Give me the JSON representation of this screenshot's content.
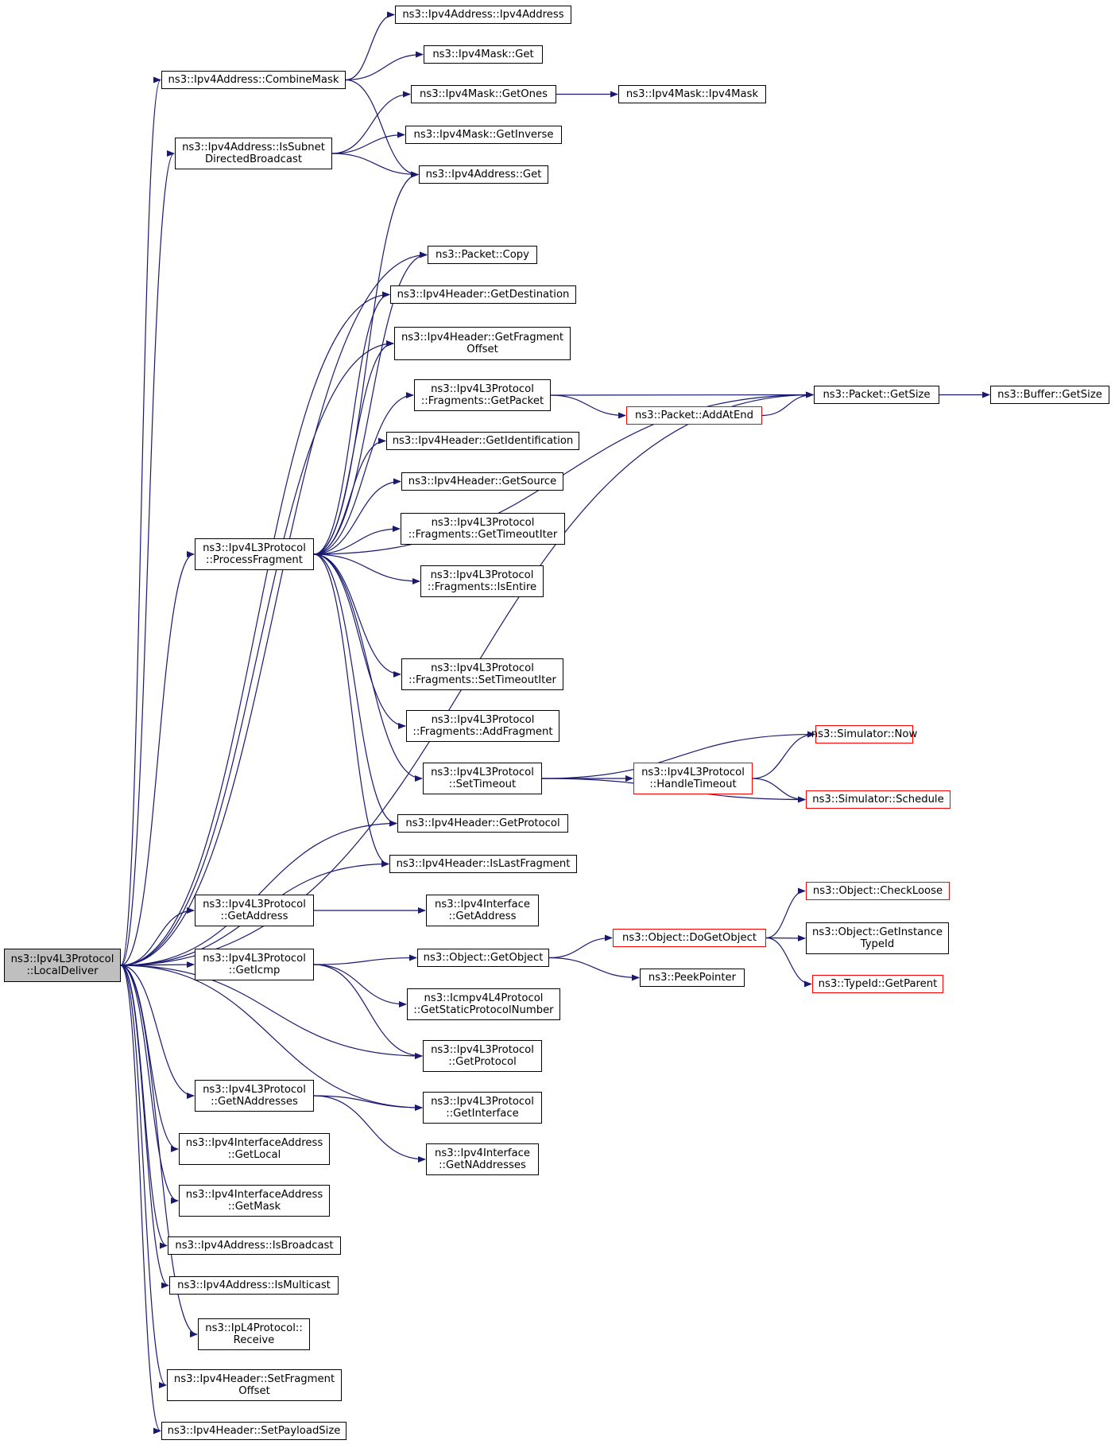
{
  "colors": {
    "edge": "#191970",
    "border": "#000000",
    "red_border": "#ff0000",
    "root_fill": "#bfbfbf"
  },
  "nodes": [
    {
      "id": "root",
      "label": "ns3::Ipv4L3Protocol\n::LocalDeliver",
      "root": true
    },
    {
      "id": "combine",
      "label": "ns3::Ipv4Address::CombineMask"
    },
    {
      "id": "addrctor",
      "label": "ns3::Ipv4Address::Ipv4Address"
    },
    {
      "id": "maskget",
      "label": "ns3::Ipv4Mask::Get"
    },
    {
      "id": "getones",
      "label": "ns3::Ipv4Mask::GetOnes"
    },
    {
      "id": "maskctor",
      "label": "ns3::Ipv4Mask::Ipv4Mask"
    },
    {
      "id": "issubnet",
      "label": "ns3::Ipv4Address::IsSubnet\nDirectedBroadcast"
    },
    {
      "id": "getinverse",
      "label": "ns3::Ipv4Mask::GetInverse"
    },
    {
      "id": "addrget",
      "label": "ns3::Ipv4Address::Get"
    },
    {
      "id": "copy",
      "label": "ns3::Packet::Copy"
    },
    {
      "id": "getdest",
      "label": "ns3::Ipv4Header::GetDestination"
    },
    {
      "id": "getfragoff",
      "label": "ns3::Ipv4Header::GetFragment\nOffset"
    },
    {
      "id": "getpacket",
      "label": "ns3::Ipv4L3Protocol\n::Fragments::GetPacket"
    },
    {
      "id": "getsize",
      "label": "ns3::Packet::GetSize"
    },
    {
      "id": "bufgetsize",
      "label": "ns3::Buffer::GetSize"
    },
    {
      "id": "addatend",
      "label": "ns3::Packet::AddAtEnd",
      "red": true
    },
    {
      "id": "getident",
      "label": "ns3::Ipv4Header::GetIdentification"
    },
    {
      "id": "getsource",
      "label": "ns3::Ipv4Header::GetSource"
    },
    {
      "id": "procfrag",
      "label": "ns3::Ipv4L3Protocol\n::ProcessFragment"
    },
    {
      "id": "gettimeoutiter",
      "label": "ns3::Ipv4L3Protocol\n::Fragments::GetTimeoutIter"
    },
    {
      "id": "isentire",
      "label": "ns3::Ipv4L3Protocol\n::Fragments::IsEntire"
    },
    {
      "id": "settimeoutiter",
      "label": "ns3::Ipv4L3Protocol\n::Fragments::SetTimeoutIter"
    },
    {
      "id": "addfragment",
      "label": "ns3::Ipv4L3Protocol\n::Fragments::AddFragment"
    },
    {
      "id": "simnow",
      "label": "ns3::Simulator::Now",
      "red": true
    },
    {
      "id": "settimeout",
      "label": "ns3::Ipv4L3Protocol\n::SetTimeout"
    },
    {
      "id": "handletimeout",
      "label": "ns3::Ipv4L3Protocol\n::HandleTimeout",
      "red": true
    },
    {
      "id": "schedule",
      "label": "ns3::Simulator::Schedule",
      "red": true
    },
    {
      "id": "getprotocolhdr",
      "label": "ns3::Ipv4Header::GetProtocol"
    },
    {
      "id": "islastfrag",
      "label": "ns3::Ipv4Header::IsLastFragment"
    },
    {
      "id": "checkloose",
      "label": "ns3::Object::CheckLoose",
      "red": true
    },
    {
      "id": "l3getaddress",
      "label": "ns3::Ipv4L3Protocol\n::GetAddress"
    },
    {
      "id": "ifgetaddress",
      "label": "ns3::Ipv4Interface\n::GetAddress"
    },
    {
      "id": "getinstance",
      "label": "ns3::Object::GetInstance\nTypeId"
    },
    {
      "id": "dogetobject",
      "label": "ns3::Object::DoGetObject",
      "red": true
    },
    {
      "id": "geticmp",
      "label": "ns3::Ipv4L3Protocol\n::GetIcmp"
    },
    {
      "id": "getobject",
      "label": "ns3::Object::GetObject"
    },
    {
      "id": "peekpointer",
      "label": "ns3::PeekPointer"
    },
    {
      "id": "getparent",
      "label": "ns3::TypeId::GetParent",
      "red": true
    },
    {
      "id": "icmpstatic",
      "label": "ns3::Icmpv4L4Protocol\n::GetStaticProtocolNumber"
    },
    {
      "id": "l3getprotocol",
      "label": "ns3::Ipv4L3Protocol\n::GetProtocol"
    },
    {
      "id": "getnaddresses",
      "label": "ns3::Ipv4L3Protocol\n::GetNAddresses"
    },
    {
      "id": "getinterface",
      "label": "ns3::Ipv4L3Protocol\n::GetInterface"
    },
    {
      "id": "iflocal",
      "label": "ns3::Ipv4InterfaceAddress\n::GetLocal"
    },
    {
      "id": "ifnaddresses",
      "label": "ns3::Ipv4Interface\n::GetNAddresses"
    },
    {
      "id": "ifmask",
      "label": "ns3::Ipv4InterfaceAddress\n::GetMask"
    },
    {
      "id": "isbroadcast",
      "label": "ns3::Ipv4Address::IsBroadcast"
    },
    {
      "id": "ismulticast",
      "label": "ns3::Ipv4Address::IsMulticast"
    },
    {
      "id": "l4receive",
      "label": "ns3::IpL4Protocol::\nReceive"
    },
    {
      "id": "setfragoff",
      "label": "ns3::Ipv4Header::SetFragment\nOffset"
    },
    {
      "id": "setpayload",
      "label": "ns3::Ipv4Header::SetPayloadSize"
    }
  ],
  "edges": [
    [
      "root",
      "combine"
    ],
    [
      "root",
      "issubnet"
    ],
    [
      "root",
      "getsize"
    ],
    [
      "root",
      "copy"
    ],
    [
      "root",
      "getdest"
    ],
    [
      "root",
      "getfragoff"
    ],
    [
      "root",
      "procfrag"
    ],
    [
      "root",
      "getprotocolhdr"
    ],
    [
      "root",
      "islastfrag"
    ],
    [
      "root",
      "l3getaddress"
    ],
    [
      "root",
      "geticmp"
    ],
    [
      "root",
      "l3getprotocol"
    ],
    [
      "root",
      "getinterface"
    ],
    [
      "root",
      "getnaddresses"
    ],
    [
      "root",
      "iflocal"
    ],
    [
      "root",
      "ifmask"
    ],
    [
      "root",
      "isbroadcast"
    ],
    [
      "root",
      "ismulticast"
    ],
    [
      "root",
      "l4receive"
    ],
    [
      "root",
      "setfragoff"
    ],
    [
      "root",
      "setpayload"
    ],
    [
      "combine",
      "addrctor"
    ],
    [
      "combine",
      "maskget"
    ],
    [
      "combine",
      "addrget"
    ],
    [
      "issubnet",
      "getones"
    ],
    [
      "issubnet",
      "getinverse"
    ],
    [
      "issubnet",
      "addrget"
    ],
    [
      "getones",
      "maskctor"
    ],
    [
      "procfrag",
      "addrget"
    ],
    [
      "procfrag",
      "copy"
    ],
    [
      "procfrag",
      "getdest"
    ],
    [
      "procfrag",
      "getfragoff"
    ],
    [
      "procfrag",
      "getpacket"
    ],
    [
      "procfrag",
      "getident"
    ],
    [
      "procfrag",
      "getsource"
    ],
    [
      "procfrag",
      "gettimeoutiter"
    ],
    [
      "procfrag",
      "isentire"
    ],
    [
      "procfrag",
      "getsize"
    ],
    [
      "procfrag",
      "settimeoutiter"
    ],
    [
      "procfrag",
      "addfragment"
    ],
    [
      "procfrag",
      "settimeout"
    ],
    [
      "procfrag",
      "getprotocolhdr"
    ],
    [
      "procfrag",
      "islastfrag"
    ],
    [
      "getpacket",
      "getsize"
    ],
    [
      "getpacket",
      "addatend"
    ],
    [
      "addatend",
      "getsize"
    ],
    [
      "getsize",
      "bufgetsize"
    ],
    [
      "settimeout",
      "simnow"
    ],
    [
      "settimeout",
      "handletimeout"
    ],
    [
      "settimeout",
      "schedule"
    ],
    [
      "handletimeout",
      "simnow"
    ],
    [
      "handletimeout",
      "schedule"
    ],
    [
      "l3getaddress",
      "ifgetaddress"
    ],
    [
      "geticmp",
      "getobject"
    ],
    [
      "geticmp",
      "icmpstatic"
    ],
    [
      "geticmp",
      "l3getprotocol"
    ],
    [
      "getobject",
      "dogetobject"
    ],
    [
      "getobject",
      "peekpointer"
    ],
    [
      "dogetobject",
      "checkloose"
    ],
    [
      "dogetobject",
      "getinstance"
    ],
    [
      "dogetobject",
      "getparent"
    ],
    [
      "getnaddresses",
      "getinterface"
    ],
    [
      "getnaddresses",
      "ifnaddresses"
    ]
  ]
}
